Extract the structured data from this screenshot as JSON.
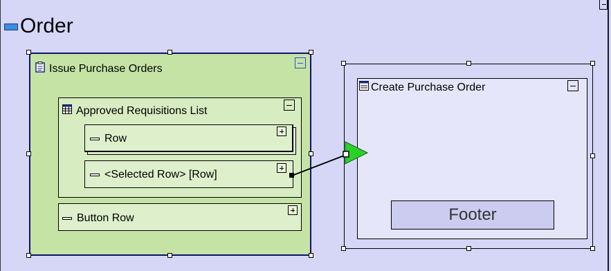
{
  "canvas": {
    "title": "Order",
    "background_color": "#d6d6f7"
  },
  "issue_pane": {
    "title": "Issue Purchase Orders",
    "background_color": "#c5e3a5",
    "border_color": "#0a1470",
    "collapse_symbol": "−"
  },
  "requisitions_list": {
    "title": "Approved Requisitions List",
    "icon": "table-icon",
    "collapse_symbol": "−"
  },
  "rows": [
    {
      "label": "Row",
      "icon": "row-icon",
      "expand_symbol": "+"
    },
    {
      "label": "<Selected Row> [Row]",
      "icon": "row-icon",
      "expand_symbol": "+"
    }
  ],
  "button_row": {
    "label": "Button Row",
    "icon": "row-icon",
    "expand_symbol": "+"
  },
  "create_pane": {
    "title": "Create Purchase Order",
    "icon": "window-icon",
    "collapse_symbol": "−",
    "background_color": "#e6e6fa"
  },
  "footer": {
    "label": "Footer",
    "background_color": "#ccccf0"
  },
  "connector": {
    "arrow_color": "#2bd12b",
    "line_color": "#000000"
  }
}
